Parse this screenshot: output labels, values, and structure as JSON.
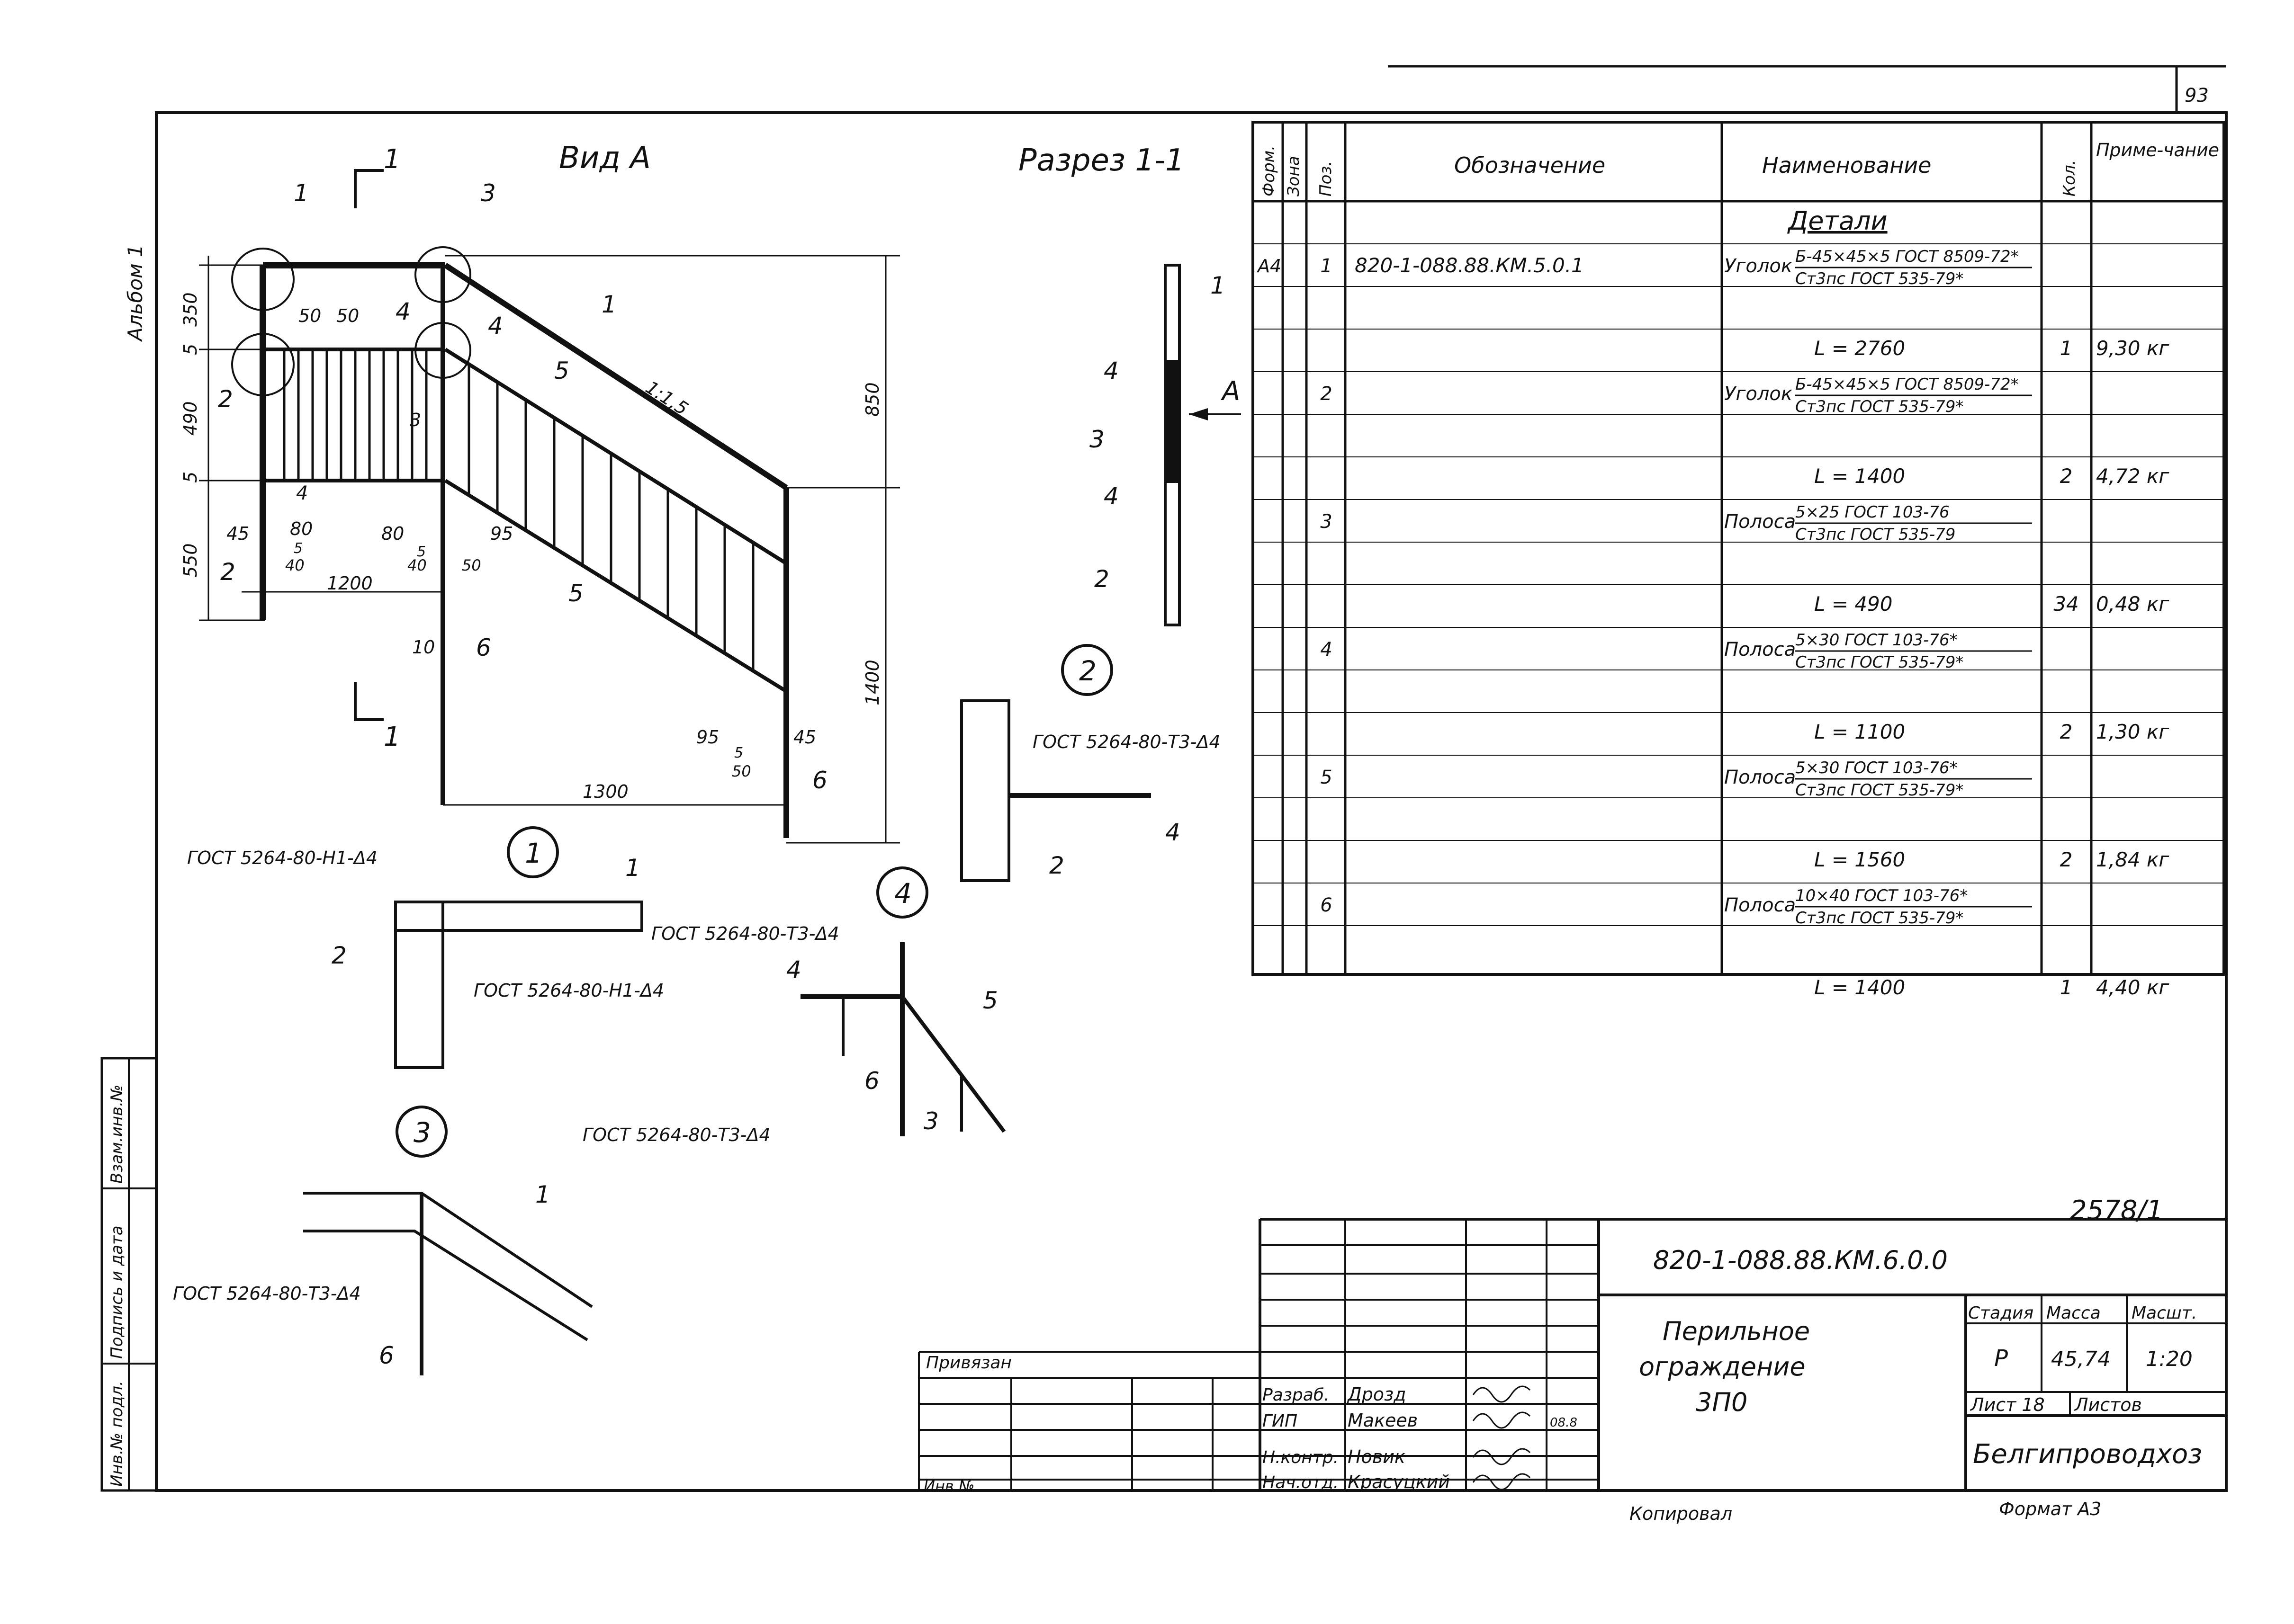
{
  "page_number": "93",
  "album_label": "Альбом 1",
  "view_a": {
    "title": "Вид А",
    "section_mark": "1"
  },
  "section_1_1": {
    "title": "Разрез 1-1",
    "arrow_label": "А"
  },
  "dims": {
    "h350": "350",
    "h5a": "5",
    "h490": "490",
    "h5b": "5",
    "h550": "550",
    "d50a": "50",
    "d50b": "50",
    "d45": "45",
    "d80a": "80",
    "d5a": "5",
    "d40a": "40",
    "d1200": "1200",
    "d80b": "80",
    "d5b": "5",
    "d40b": "40",
    "d50c": "50",
    "d95a": "95",
    "d10": "10",
    "d850": "850",
    "d1400": "1400",
    "d1300": "1300",
    "d95b": "95",
    "d5c": "5",
    "d50d": "50",
    "d45b": "45",
    "slope": "1:1,5"
  },
  "callouts": {
    "c1": "1",
    "c2": "2",
    "c3": "3",
    "c4": "4",
    "c5": "5",
    "c6": "6",
    "p1": "1",
    "p2": "2",
    "p3": "3",
    "p4a": "4",
    "p4b": "4",
    "p4c": "4",
    "p5a": "5",
    "p5b": "5",
    "p6": "6",
    "s1": "1",
    "s2": "2",
    "s3": "3",
    "s4a": "4",
    "s4b": "4",
    "sec1": "1",
    "sec2": "2"
  },
  "details": {
    "d1_num": "1",
    "d1_weld_top": "ГОСТ 5264-80-Н1-Δ4",
    "d1_weld_right": "ГОСТ 5264-80-Н1-Δ4",
    "d1_p1": "1",
    "d1_p2": "2",
    "d2_num": "2",
    "d2_weld": "ГОСТ 5264-80-Т3-Δ4",
    "d2_p2": "2",
    "d2_p4": "4",
    "d3_num": "3",
    "d3_weld": "ГОСТ 5264-80-Т3-Δ4",
    "d3_p1": "1",
    "d3_p6": "6",
    "d4_num": "4",
    "d4_weld_top": "ГОСТ 5264-80-Т3-Δ4",
    "d4_weld_bottom": "ГОСТ 5264-80-Т3-Δ4",
    "d4_p4": "4",
    "d4_p5": "5",
    "d4_p6": "6",
    "d4_p3": "3"
  },
  "spec_table": {
    "headers": {
      "format": "Форм.",
      "zone": "Зона",
      "pos": "Поз.",
      "designation": "Обозначение",
      "name": "Наименование",
      "qty": "Кол.",
      "note": "Приме-чание"
    },
    "section_title": "Детали",
    "rows": [
      {
        "format": "А4",
        "pos": "1",
        "designation": "820-1-088.88.КМ.5.0.1",
        "name_pre": "Уголок",
        "name_top": "Б-45×45×5 ГОСТ 8509-72*",
        "name_bottom": "Ст3пс ГОСТ 535-79*",
        "length": "L = 2760",
        "qty": "1",
        "note": "9,30 кг"
      },
      {
        "format": "",
        "pos": "2",
        "designation": "",
        "name_pre": "Уголок",
        "name_top": "Б-45×45×5 ГОСТ 8509-72*",
        "name_bottom": "Ст3пс ГОСТ 535-79*",
        "length": "L = 1400",
        "qty": "2",
        "note": "4,72 кг"
      },
      {
        "format": "",
        "pos": "3",
        "designation": "",
        "name_pre": "Полоса",
        "name_top": "5×25 ГОСТ 103-76",
        "name_bottom": "Ст3пс ГОСТ 535-79",
        "length": "L = 490",
        "qty": "34",
        "note": "0,48 кг"
      },
      {
        "format": "",
        "pos": "4",
        "designation": "",
        "name_pre": "Полоса",
        "name_top": "5×30 ГОСТ 103-76*",
        "name_bottom": "Ст3пс ГОСТ 535-79*",
        "length": "L = 1100",
        "qty": "2",
        "note": "1,30 кг"
      },
      {
        "format": "",
        "pos": "5",
        "designation": "",
        "name_pre": "Полоса",
        "name_top": "5×30 ГОСТ 103-76*",
        "name_bottom": "Ст3пс ГОСТ 535-79*",
        "length": "L = 1560",
        "qty": "2",
        "note": "1,84 кг"
      },
      {
        "format": "",
        "pos": "6",
        "designation": "",
        "name_pre": "Полоса",
        "name_top": "10×40 ГОСТ 103-76*",
        "name_bottom": "Ст3пс ГОСТ 535-79*",
        "length": "L = 1400",
        "qty": "1",
        "note": "4,40 кг"
      }
    ]
  },
  "title_block": {
    "inventory_no": "2578/1",
    "doc_code": "820-1-088.88.КМ.6.0.0",
    "title_lines": [
      "Перильное",
      "ограждение",
      "3П0"
    ],
    "stage_header": "Стадия",
    "mass_header": "Масса",
    "scale_header": "Масшт.",
    "stage": "Р",
    "mass": "45,74",
    "scale": "1:20",
    "sheet_label": "Лист 18",
    "sheets_label": "Листов",
    "organization": "Белгипроводхоз",
    "bound_label": "Привязан",
    "inv_label": "Инв.№",
    "roles": [
      {
        "role": "Разраб.",
        "name": "Дрозд",
        "date": ""
      },
      {
        "role": "ГИП",
        "name": "Макеев",
        "date": "08.8"
      },
      {
        "role": "Н.контр.",
        "name": "Новик",
        "date": ""
      },
      {
        "role": "Нач.отд.",
        "name": "Красуцкий",
        "date": ""
      }
    ],
    "copied": "Копировал",
    "format": "Формат А3"
  },
  "side_stamp": {
    "s1": "Инв.№ подл.",
    "s2": "Подпись и дата",
    "s3": "Взам.инв.№"
  }
}
